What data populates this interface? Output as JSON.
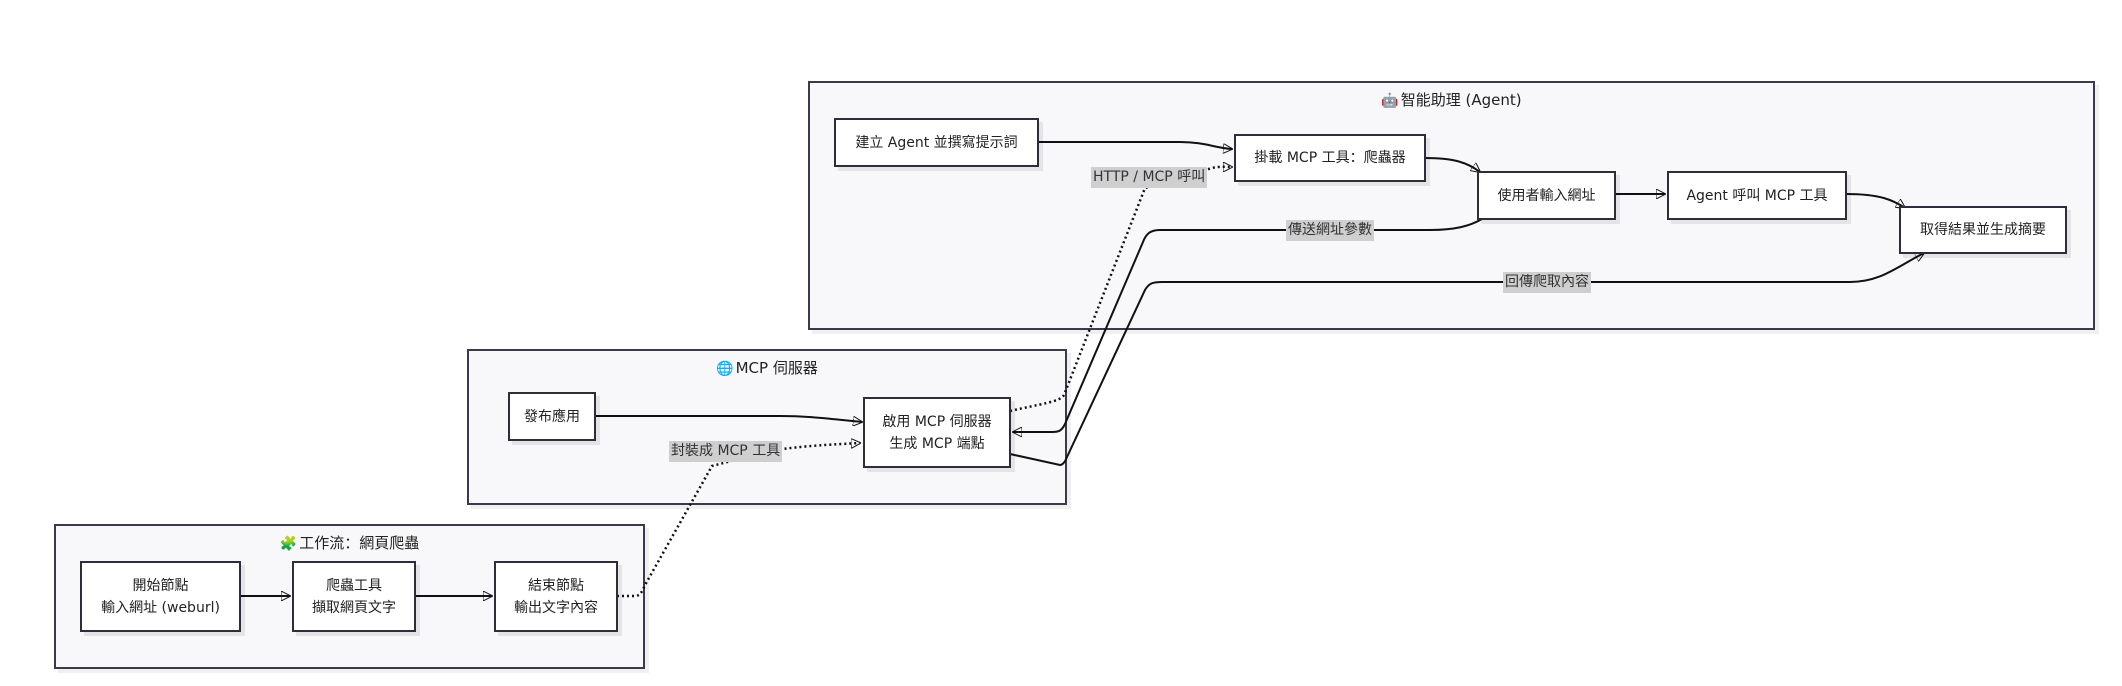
{
  "groups": {
    "agent": {
      "icon": "🤖",
      "icon_name": "robot-icon",
      "title": "智能助理 (Agent)"
    },
    "mcp": {
      "icon": "🌐",
      "icon_name": "globe-icon",
      "title": "MCP 伺服器"
    },
    "workflow": {
      "icon": "🧩",
      "icon_name": "puzzle-icon",
      "title": "工作流：網頁爬蟲"
    }
  },
  "nodes": {
    "create_agent": {
      "lines": [
        "建立 Agent 並撰寫提示詞"
      ]
    },
    "mount_tool": {
      "lines": [
        "掛載 MCP 工具：爬蟲器"
      ]
    },
    "user_input": {
      "lines": [
        "使用者輸入網址"
      ]
    },
    "agent_call": {
      "lines": [
        "Agent 呼叫 MCP 工具"
      ]
    },
    "get_result": {
      "lines": [
        "取得結果並生成摘要"
      ]
    },
    "publish": {
      "lines": [
        "發布應用"
      ]
    },
    "enable_server": {
      "lines": [
        "啟用 MCP 伺服器",
        "生成 MCP 端點"
      ]
    },
    "start": {
      "lines": [
        "開始節點",
        "輸入網址 (weburl)"
      ]
    },
    "crawler": {
      "lines": [
        "爬蟲工具",
        "擷取網頁文字"
      ]
    },
    "end": {
      "lines": [
        "結束節點",
        "輸出文字內容"
      ]
    }
  },
  "edge_labels": {
    "http_call": "HTTP / MCP 呼叫",
    "send_url": "傳送網址參數",
    "return_content": "回傳爬取內容",
    "wrap_tool": "封裝成 MCP 工具"
  },
  "colors": {
    "group_fill": "#f8f8fa",
    "border": "#3c3a4a",
    "label_bg": "#cfcfcf"
  }
}
